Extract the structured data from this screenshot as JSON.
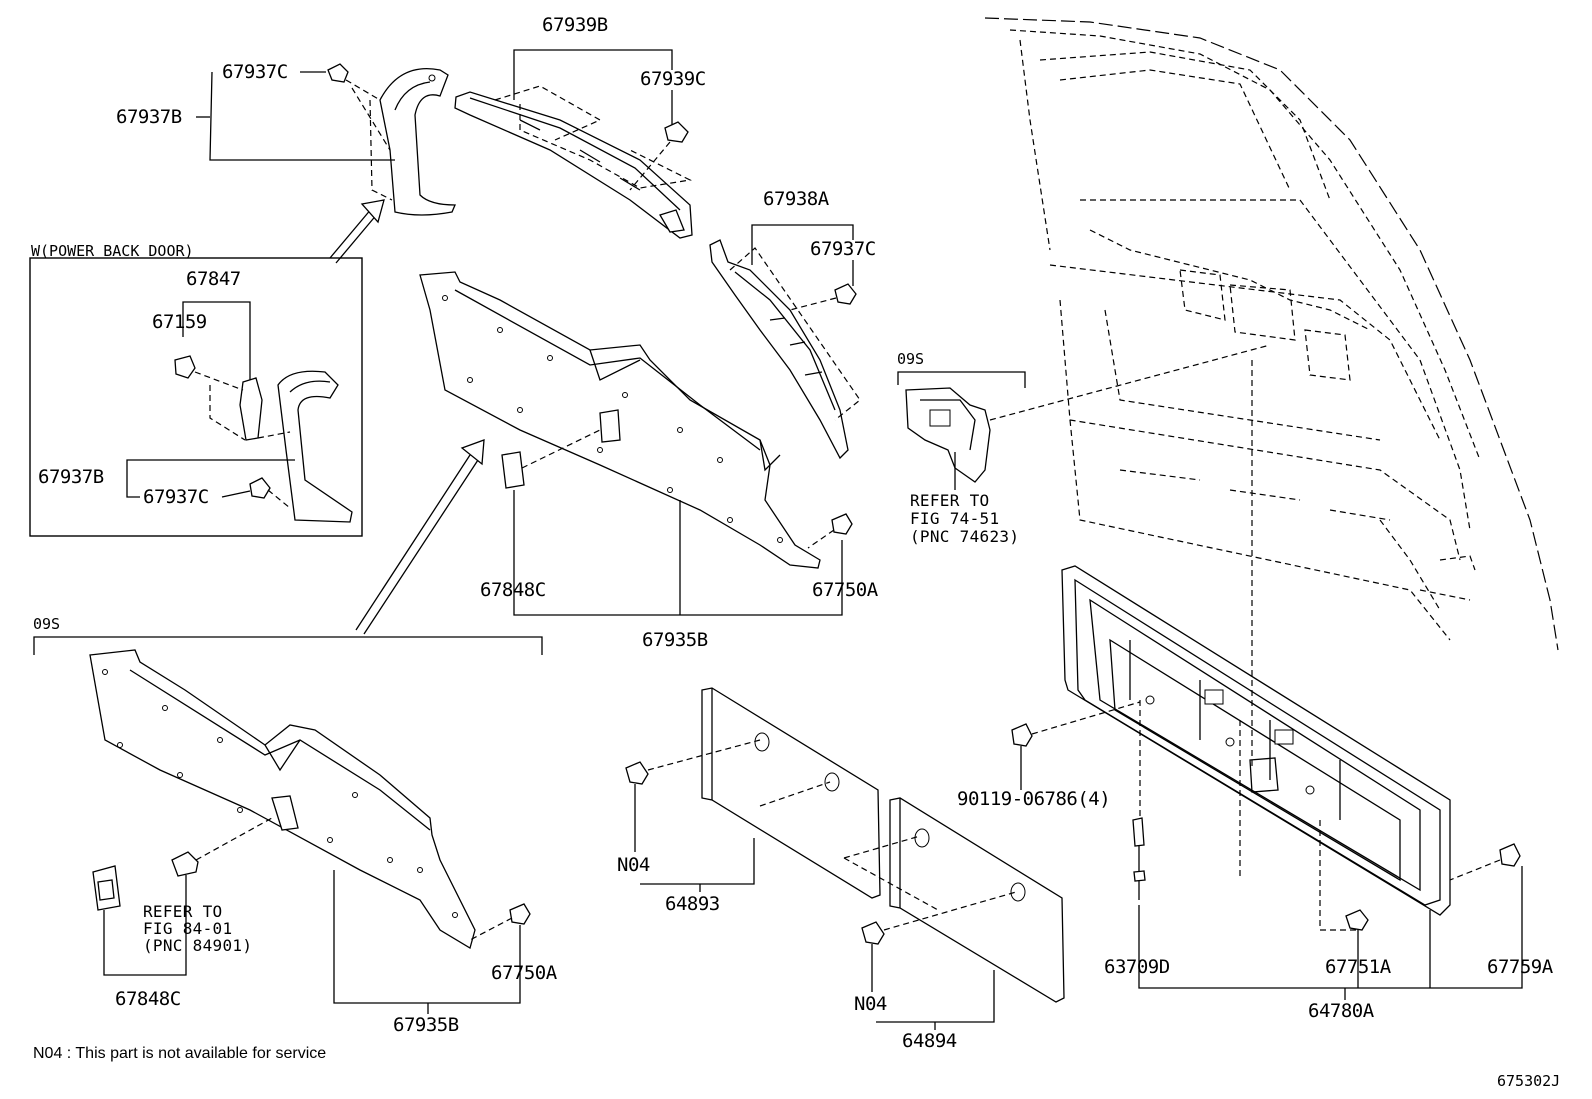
{
  "labels": {
    "p67939B": "67939B",
    "p67937C_top": "67937C",
    "p67939C": "67939C",
    "p67937B_top": "67937B",
    "power_header": "W(POWER BACK DOOR)",
    "p67847": "67847",
    "p67159": "67159",
    "p67937B_box": "67937B",
    "p67937C_box": "67937C",
    "p67938A": "67938A",
    "p67937C_right": "67937C",
    "s09S_mid": "09S",
    "refer74_l1": "REFER TO",
    "refer74_l2": "FIG 74-51",
    "refer74_l3": "(PNC 74623)",
    "p67848C_mid": "67848C",
    "p67750A_mid": "67750A",
    "p67935B_mid": "67935B",
    "s09S_left": "09S",
    "refer84_l1": "REFER TO",
    "refer84_l2": "FIG 84-01",
    "refer84_l3": "(PNC 84901)",
    "p67848C_low": "67848C",
    "p67750A_low": "67750A",
    "p67935B_low": "67935B",
    "n04_a": "N04",
    "p64893": "64893",
    "n04_b": "N04",
    "p64894": "64894",
    "p90119": "90119-06786(4)",
    "p63709D": "63709D",
    "p67751A": "67751A",
    "p67759A": "67759A",
    "p64780A": "64780A",
    "footnote": "N04 : This part is not available for service",
    "fig_code": "675302J"
  }
}
